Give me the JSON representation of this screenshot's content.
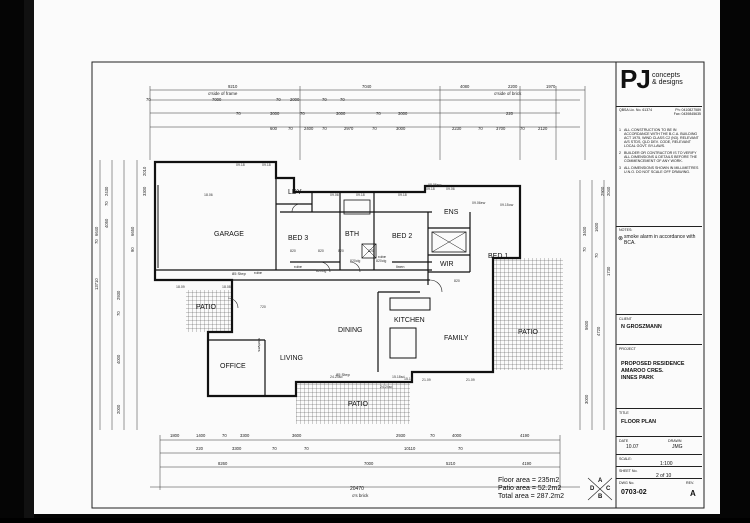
{
  "firm": {
    "logo_mark": "PJ",
    "name_line1": "concepts",
    "name_line2": "& designs",
    "qbsa": "QBSA Lic. No. 61374",
    "phone": "Ph: 0410827589",
    "fax": "Fax: 0439845635"
  },
  "notes": [
    {
      "num": "1",
      "text": "ALL CONSTRUCTION TO BE IN ACCORDANCE WITH THE B.C.A. BUILDING ACT 1975, WIND CLASS C2 (N3). RELEVANT A/S STDS, QLD DEV. CODE, RELEVANT LOCAL GOVT. BY-LAWS."
    },
    {
      "num": "2",
      "text": "BUILDER OR CONTRACTOR IS TO VERIFY ALL DIMENSIONS & DETAILS BEFORE THE COMMENCEMENT OF ANY WORK."
    },
    {
      "num": "3",
      "text": "ALL DIMENSIONS SHOWN IN MILLIMETRES U.N.O. DO NOT SCALE OFF DRAWING."
    }
  ],
  "notes_label": "NOTES:",
  "smoke_note": "smoke alarm in accordance with BCA.",
  "title_block": {
    "client_label": "CLIENT",
    "client": "N GROSZMANN",
    "project_label": "PROJECT",
    "project": [
      "PROPOSED RESIDENCE",
      "AMAROO CRES.",
      "INNES PARK"
    ],
    "title_label": "TITLE",
    "title": "FLOOR PLAN",
    "date_label": "DATE",
    "date": "10.07",
    "drawn_label": "DRAWN",
    "drawn": "JMG",
    "scale_label": "SCALE:",
    "scale": "1:100",
    "sheet_label": "SHEET No.",
    "sheet": "2 of 10",
    "dwg_label": "DWG No.",
    "dwg": "0703-02",
    "rev_label": "REV.",
    "rev": "A"
  },
  "areas": {
    "floor": "Floor area = 235m2",
    "patio": "Patio area = 52.2m2",
    "total": "Total area = 287.2m2"
  },
  "rev_marks": [
    "A",
    "B",
    "C",
    "D"
  ],
  "rooms": {
    "garage": "GARAGE",
    "ldy": "LDY",
    "bed3": "BED 3",
    "bth": "BTH",
    "bed2": "BED 2",
    "ens": "ENS",
    "wir": "WIR",
    "bed1": "BED 1",
    "dining": "DINING",
    "kitchen": "KITCHEN",
    "family": "FAMILY",
    "living": "LIVING",
    "office": "OFFICE",
    "patio_left": "PATIO",
    "patio_right": "PATIO",
    "patio_bottom": "PATIO"
  },
  "fixtures": {
    "robe1": "robe",
    "robe2": "robe",
    "robe3": "robe",
    "linen": "linen",
    "shelves": "shelves",
    "step1": "85 Step",
    "step2": "85 Step"
  },
  "dims_top": {
    "overall_top": [
      "9210",
      "7040",
      "4080",
      "2200",
      "1970"
    ],
    "frame_label": "o'side of frame",
    "brick_label": "o'side of brick",
    "row2": [
      "70",
      "7000",
      "70",
      "2000",
      "70",
      "70"
    ],
    "row3": [
      "70",
      "3000",
      "70",
      "3000",
      "70",
      "3000",
      "220"
    ],
    "row4": [
      "600",
      "70",
      "2400",
      "70",
      "2970",
      "70",
      "3000",
      "2230",
      "70",
      "3700",
      "70",
      "2120"
    ]
  },
  "dims_bottom": {
    "row1": [
      "1800",
      "1400",
      "70",
      "3300",
      "3600",
      "2930",
      "70",
      "4000",
      "4190"
    ],
    "row2": [
      "220",
      "3300",
      "70",
      "70",
      "10110",
      "70"
    ],
    "row3": [
      "8260",
      "7000",
      "5210",
      "4190"
    ],
    "overall": "20470",
    "brick_label": "o's brick"
  },
  "dims_left": [
    "2430",
    "70",
    "4050",
    "70",
    "6640",
    "2930",
    "70",
    "4000",
    "2000",
    "13710",
    "2010",
    "3300",
    "6650",
    "90"
  ],
  "dims_right": [
    "3400",
    "70",
    "1600",
    "70",
    "5600",
    "4720",
    "3000",
    "2900",
    "2040",
    "1730"
  ],
  "window_marks": [
    "09.18",
    "09.18",
    "18.06",
    "09.06",
    "09.18",
    "09.18",
    "09.18",
    "09.06",
    "08.06ew",
    "09.06ew",
    "09.15ow",
    "18.09",
    "18.08",
    "21.09",
    "21.09",
    "15.15",
    "24.24sd",
    "15.18sd",
    "24.24sd",
    "820",
    "820",
    "820",
    "820",
    "820",
    "720",
    "820clg",
    "820clg",
    "820clg"
  ]
}
